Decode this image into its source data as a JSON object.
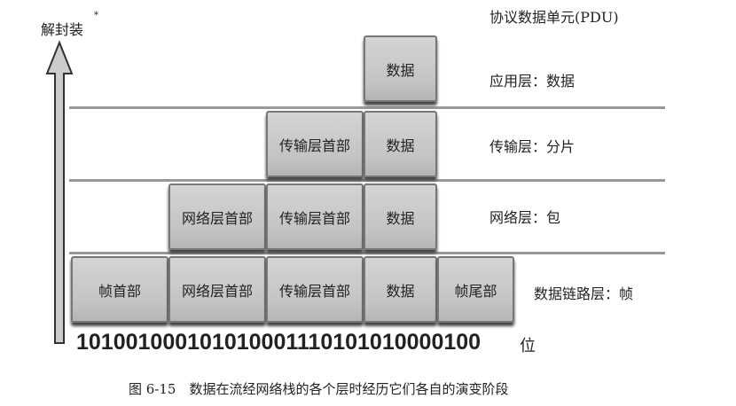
{
  "axis_label": "解封装",
  "axis_mark": "*",
  "pdu_title": "协议数据单元(PDU)",
  "rows": {
    "app": {
      "boxes": [
        "数据"
      ],
      "label": "应用层：数据"
    },
    "transport": {
      "boxes": [
        "传输层首部",
        "数据"
      ],
      "label": "传输层：分片"
    },
    "network": {
      "boxes": [
        "网络层首部",
        "传输层首部",
        "数据"
      ],
      "label": "网络层：包"
    },
    "link": {
      "boxes": [
        "帧首部",
        "网络层首部",
        "传输层首部",
        "数据",
        "帧尾部"
      ],
      "label": "数据链路层：帧"
    }
  },
  "bits": "101001000101010001110101010000100",
  "bits_unit": "位",
  "caption": "图 6-15　数据在流经网络栈的各个层时经历它们各自的演变阶段"
}
